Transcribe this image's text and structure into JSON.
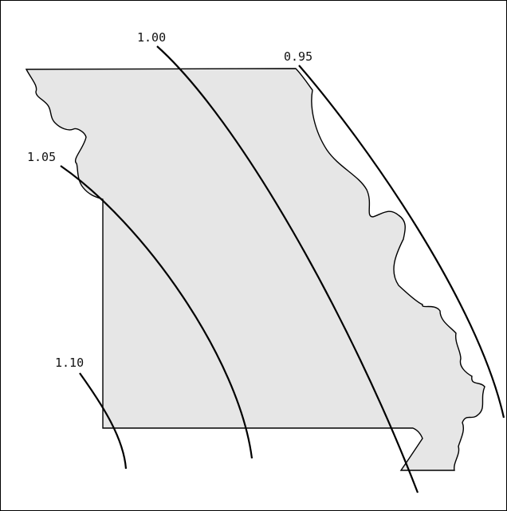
{
  "map": {
    "colors": {
      "state_fill": "#e6e6e6",
      "outline": "#000000",
      "contour": "#000000",
      "text": "#111111",
      "background": "#ffffff"
    },
    "contours": [
      {
        "value": 1.0,
        "label": "1.00"
      },
      {
        "value": 0.95,
        "label": "0.95"
      },
      {
        "value": 1.05,
        "label": "1.05"
      },
      {
        "value": 1.1,
        "label": "1.10"
      }
    ]
  }
}
